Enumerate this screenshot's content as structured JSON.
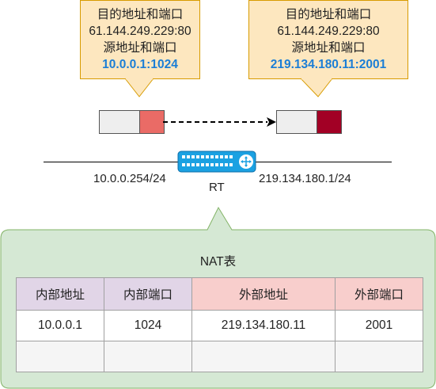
{
  "callout_left": {
    "line1": "目的地址和端口",
    "line2": "61.144.249.229:80",
    "line3": "源地址和端口",
    "line4": "10.0.0.1:1024"
  },
  "callout_right": {
    "line1": "目的地址和端口",
    "line2": "61.144.249.229:80",
    "line3": "源地址和端口",
    "line4": "219.134.180.11:2001"
  },
  "colors": {
    "callout_fill": "#fde7bf",
    "callout_border": "#d79b00",
    "highlight_text": "#1b7ed6",
    "packet_left_header": "#ea6b66",
    "packet_right_header": "#a20025",
    "panel_fill": "#d5e8d4",
    "panel_border": "#82b366",
    "internal_header": "#e1d5e7",
    "external_header": "#f8cecc",
    "router": "#1ba1e2"
  },
  "network": {
    "inside_ip": "10.0.0.254/24",
    "outside_ip": "219.134.180.1/24",
    "router_label": "RT"
  },
  "nat_table": {
    "title": "NAT表",
    "headers": [
      "内部地址",
      "内部端口",
      "外部地址",
      "外部端口"
    ],
    "rows": [
      [
        "10.0.0.1",
        "1024",
        "219.134.180.11",
        "2001"
      ],
      [
        "",
        "",
        "",
        ""
      ]
    ]
  }
}
